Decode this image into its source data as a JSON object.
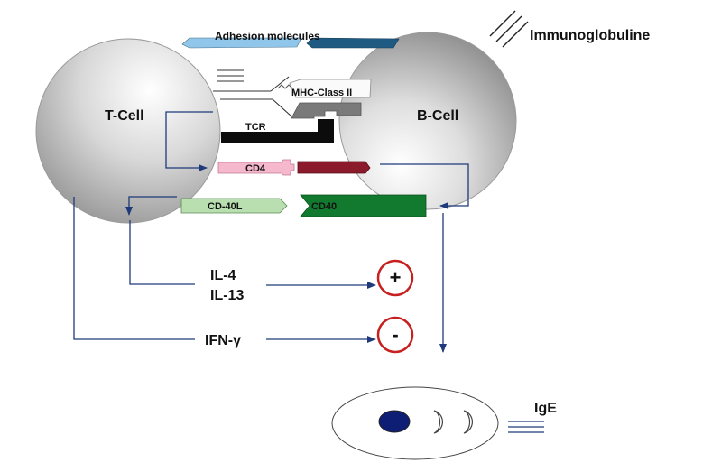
{
  "labels": {
    "adhesion": "Adhesion molecules",
    "immunoglobuline": "Immunoglobuline",
    "t_cell": "T-Cell",
    "b_cell": "B-Cell",
    "mhc": "MHC-Class II",
    "tcr": "TCR",
    "cd4": "CD4",
    "cd40l": "CD-40L",
    "cd40": "CD40",
    "il4": "IL-4",
    "il13": "IL-13",
    "ifn": "IFN-γ",
    "plus": "+",
    "minus": "-",
    "ige": "IgE"
  },
  "colors": {
    "arrow": "#1f3a7a",
    "adhesion_t": "#8fc6ea",
    "adhesion_b": "#1e5a82",
    "cd4": "#f5b8cc",
    "cd4_partner": "#8b1a2a",
    "cd40l": "#b9dfb0",
    "cd40": "#127a2e",
    "tcr": "#0c0c0c",
    "mhc": "#7a7a7a",
    "sign_circle": "#c62020",
    "nucleus": "#0d1e74"
  }
}
